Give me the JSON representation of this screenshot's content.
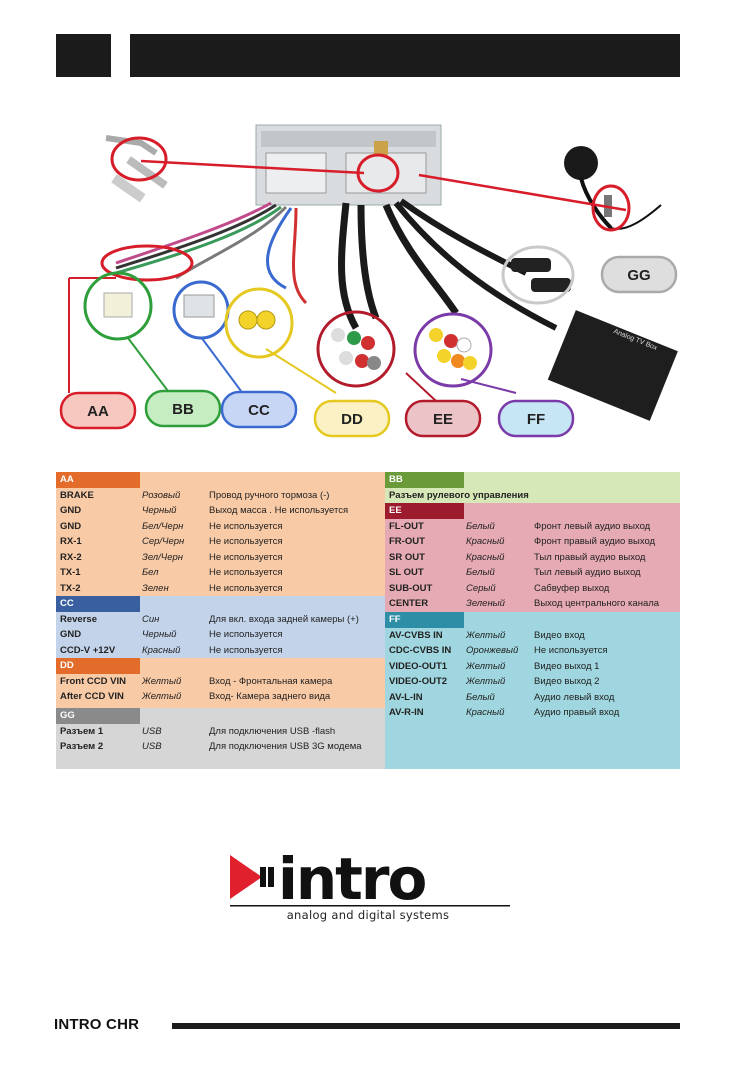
{
  "callouts": {
    "aa": "AA",
    "bb": "BB",
    "cc": "CC",
    "dd": "DD",
    "ee": "EE",
    "ff": "FF",
    "gg": "GG"
  },
  "photo_labels": {
    "tv_box": "Analog TV Box"
  },
  "colors": {
    "aa": "#e36c2a",
    "aa_bg": "#f9caa6",
    "bb": "#6a9a3a",
    "bb_bg": "#d6e8b8",
    "cc": "#3a5fa0",
    "cc_bg": "#c3d3ea",
    "dd": "#e36c2a",
    "dd_bg": "#f9caa6",
    "ee": "#9c1b2c",
    "ee_bg": "#e5aab4",
    "ff": "#2e8ea6",
    "ff_bg": "#9fd6df",
    "gg": "#8a8a8a",
    "gg_bg": "#d6d6d6"
  },
  "table": {
    "aa": {
      "title": "AA",
      "rows": [
        {
          "pin": "BRAKE",
          "color": "Розовый",
          "desc": "Провод ручного тормоза (-)"
        },
        {
          "pin": "GND",
          "color": "Черный",
          "desc": "Выход масса . Не используется"
        },
        {
          "pin": "GND",
          "color": "Бел/Черн",
          "desc": "Не используется"
        },
        {
          "pin": "RX-1",
          "color": "Сер/Черн",
          "desc": "Не используется"
        },
        {
          "pin": "RX-2",
          "color": "Зел/Черн",
          "desc": "Не используется"
        },
        {
          "pin": "TX-1",
          "color": "Бел",
          "desc": "Не используется"
        },
        {
          "pin": "TX-2",
          "color": "Зелен",
          "desc": "Не используется"
        }
      ]
    },
    "cc": {
      "title": "CC",
      "rows": [
        {
          "pin": "Reverse",
          "color": "Син",
          "desc": "Для вкл. входа задней камеры (+)"
        },
        {
          "pin": "GND",
          "color": "Черный",
          "desc": "Не используется"
        },
        {
          "pin": "CCD-V +12V",
          "color": "Красный",
          "desc": "Не используется"
        }
      ]
    },
    "dd": {
      "title": "DD",
      "rows": [
        {
          "pin": "Front CCD VIN",
          "color": "Желтый",
          "desc": "Вход - Фронтальная камера"
        },
        {
          "pin": "After CCD VIN",
          "color": "Желтый",
          "desc": "Вход- Камера заднего вида"
        }
      ]
    },
    "gg": {
      "title": "GG",
      "rows": [
        {
          "pin": "Разъем 1",
          "color": "USB",
          "desc": "Для подключения USB -flash"
        },
        {
          "pin": "Разъем 2",
          "color": "USB",
          "desc": "Для подключения USB 3G модема"
        }
      ]
    },
    "bb": {
      "title": "BB",
      "note": "Разъем рулевого управления"
    },
    "ee": {
      "title": "EE",
      "rows": [
        {
          "pin": "FL-OUT",
          "color": "Белый",
          "desc": "Фронт левый аудио выход"
        },
        {
          "pin": "FR-OUT",
          "color": "Красный",
          "desc": "Фронт правый аудио выход"
        },
        {
          "pin": "SR OUT",
          "color": "Красный",
          "desc": "Тыл правый аудио выход"
        },
        {
          "pin": "SL OUT",
          "color": "Белый",
          "desc": "Тыл левый аудио выход"
        },
        {
          "pin": "SUB-OUT",
          "color": "Серый",
          "desc": "Сабвуфер выход"
        },
        {
          "pin": "CENTER",
          "color": "Зеленый",
          "desc": "Выход центрального канала"
        }
      ]
    },
    "ff": {
      "title": "FF",
      "rows": [
        {
          "pin": "AV-CVBS IN",
          "color": "Желтый",
          "desc": "Видео вход"
        },
        {
          "pin": "CDC-CVBS IN",
          "color": "Оронжевый",
          "desc": "Не используется"
        },
        {
          "pin": "VIDEO-OUT1",
          "color": "Желтый",
          "desc": "Видео выход 1"
        },
        {
          "pin": "VIDEO-OUT2",
          "color": "Желтый",
          "desc": "Видео выход 2"
        },
        {
          "pin": "AV-L-IN",
          "color": "Белый",
          "desc": "Аудио левый вход"
        },
        {
          "pin": "AV-R-IN",
          "color": "Красный",
          "desc": "Аудио правый вход"
        }
      ]
    }
  },
  "logo": {
    "wordmark": "intro",
    "tagline": "analog and digital systems"
  },
  "footer": {
    "text": "INTRO CHR"
  }
}
